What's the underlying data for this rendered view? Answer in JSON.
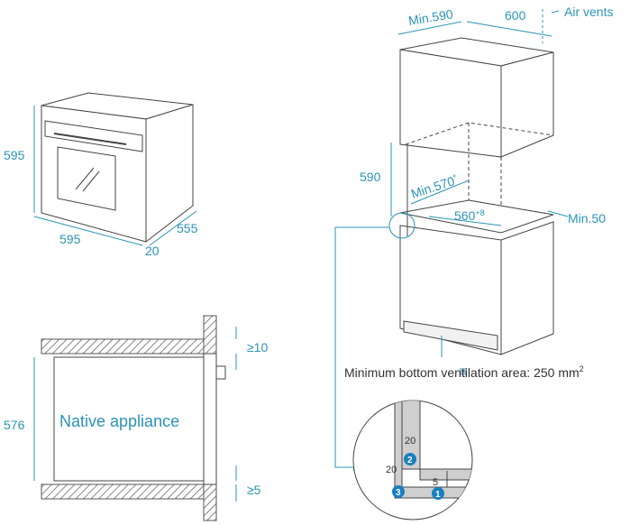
{
  "oven_view": {
    "height_label": "595",
    "width_label": "595",
    "depth_label": "555",
    "door_label": "20"
  },
  "cabinet_view": {
    "top_depth_label": "Min.590",
    "top_width_label": "600",
    "air_vents_label": "Air vents",
    "niche_height_label": "590",
    "niche_depth_label": "Min.570",
    "niche_depth_sup": "*",
    "niche_width_label": "560",
    "niche_width_sup": "+8",
    "side_gap_label": "Min.50",
    "ventilation_label": "Minimum bottom ventilation area: 250 mm",
    "ventilation_sup": "2"
  },
  "section_view": {
    "appliance_label": "Native appliance",
    "height_label": "576",
    "top_gap_label": "≥10",
    "bottom_gap_label": "≥5"
  },
  "detail_view": {
    "vertical_20": "20",
    "horizontal_20": "20",
    "gap_5": "5",
    "badge_1": "1",
    "badge_2": "2",
    "badge_3": "3"
  },
  "colors": {
    "accent": "#2b93b8",
    "hatch": "#555555",
    "outline": "#444444"
  }
}
